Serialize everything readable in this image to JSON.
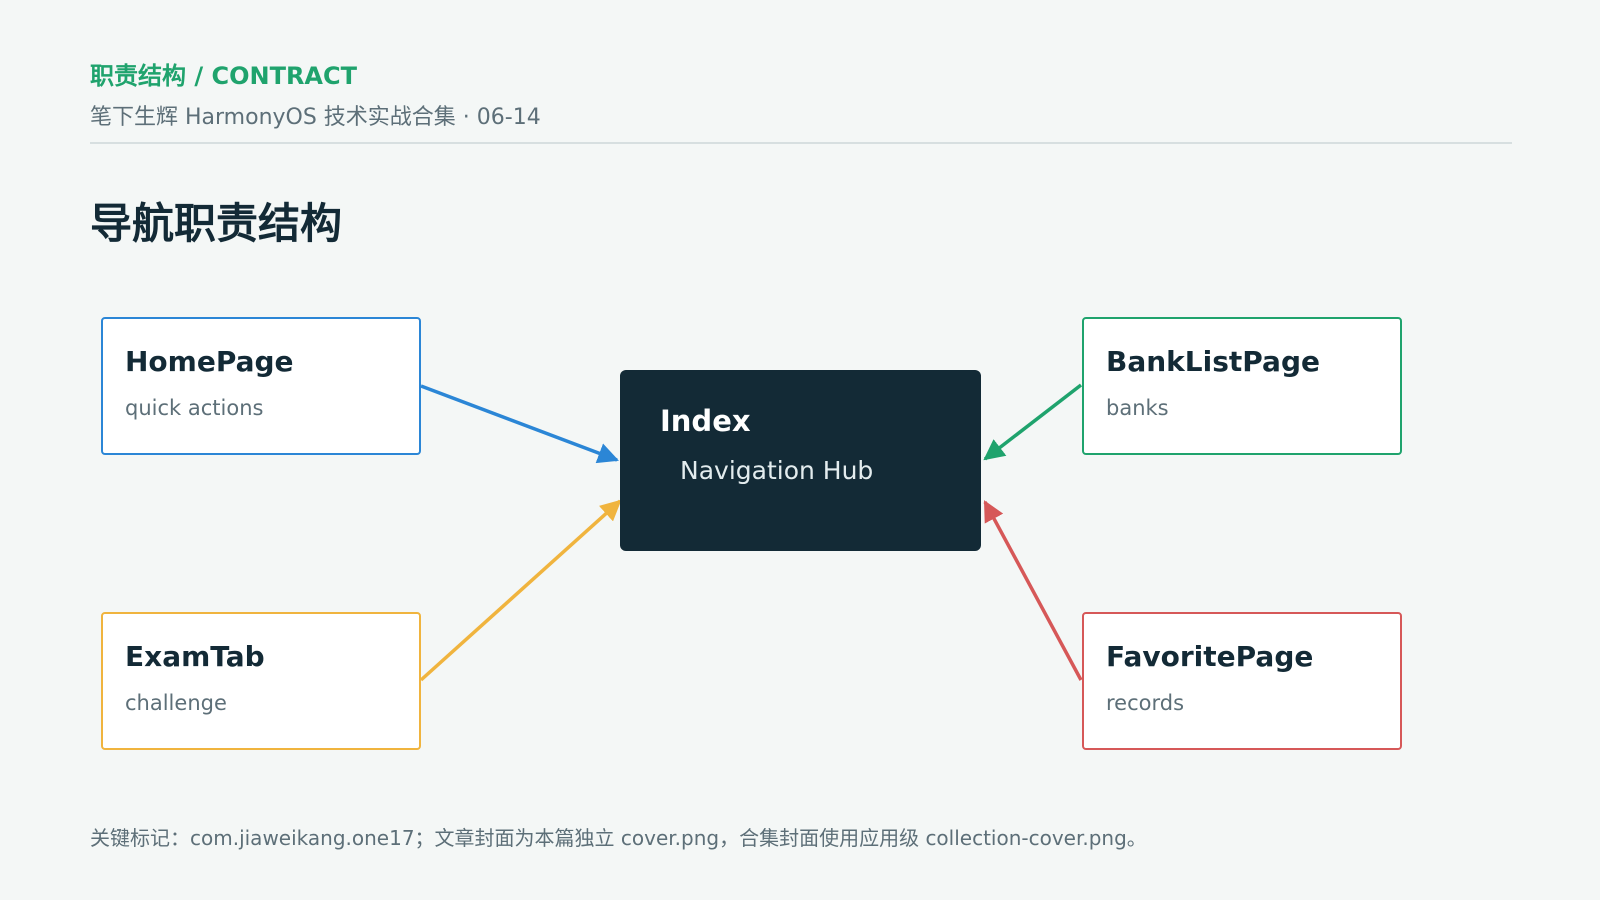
{
  "header": {
    "kicker": "职责结构 / CONTRACT",
    "subtitle": "笔下生辉 HarmonyOS 技术实战合集 · 06-14"
  },
  "title": "导航职责结构",
  "hub": {
    "title": "Index",
    "subtitle": "Navigation Hub"
  },
  "nodes": [
    {
      "title": "HomePage",
      "subtitle": "quick actions",
      "color": "#2b86d6"
    },
    {
      "title": "BankListPage",
      "subtitle": "banks",
      "color": "#1fa36d"
    },
    {
      "title": "ExamTab",
      "subtitle": "challenge",
      "color": "#f0b43e"
    },
    {
      "title": "FavoritePage",
      "subtitle": "records",
      "color": "#d65858"
    }
  ],
  "footer": "关键标记：com.jiaweikang.one17；文章封面为本篇独立 cover.png，合集封面使用应用级 collection-cover.png。"
}
